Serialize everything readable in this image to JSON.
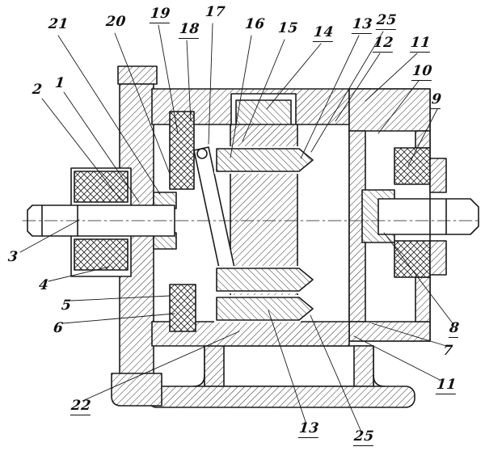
{
  "figure": {
    "ink": "#1a1a1a",
    "paper": "#ffffff"
  },
  "labels": [
    {
      "text": "21"
    },
    {
      "text": "20"
    },
    {
      "text": "19"
    },
    {
      "text": "18"
    },
    {
      "text": "17"
    },
    {
      "text": "16"
    },
    {
      "text": "15"
    },
    {
      "text": "14"
    },
    {
      "text": "13"
    },
    {
      "text": "25"
    },
    {
      "text": "12"
    },
    {
      "text": "11"
    },
    {
      "text": "10"
    },
    {
      "text": "9"
    },
    {
      "text": "2"
    },
    {
      "text": "1"
    },
    {
      "text": "3"
    },
    {
      "text": "4"
    },
    {
      "text": "5"
    },
    {
      "text": "6"
    },
    {
      "text": "8"
    },
    {
      "text": "7"
    },
    {
      "text": "11"
    },
    {
      "text": "22"
    },
    {
      "text": "13"
    },
    {
      "text": "25"
    }
  ]
}
